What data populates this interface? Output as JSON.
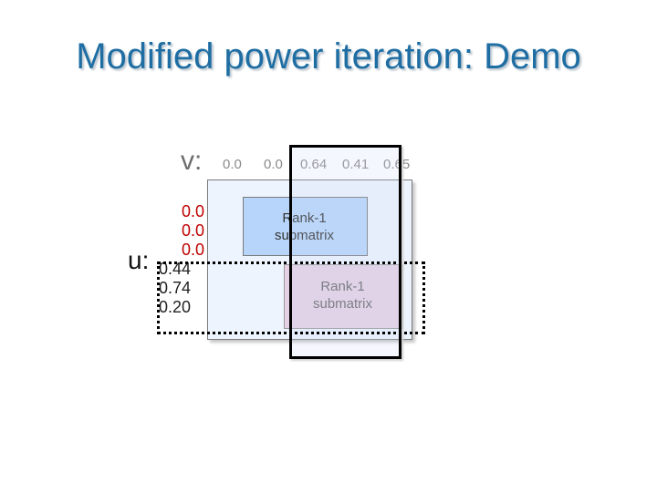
{
  "title": "Modified power iteration: Demo",
  "v_label": "v:",
  "v_values": [
    "0.0",
    "0.0",
    "0.64",
    "0.41",
    "0.65"
  ],
  "u_label": "u:",
  "u_values": [
    "0.0",
    "0.0",
    "0.0",
    "0.44",
    "0.74",
    "0.20"
  ],
  "submatrix_1": {
    "line1": "Rank-1",
    "line2": "submatrix"
  },
  "submatrix_2": {
    "line1": "Rank-1",
    "line2": "submatrix"
  },
  "colors": {
    "title": "#1f6ea3",
    "zero_values": "#c00000",
    "matrix_bg": "#eef4fd",
    "submatrix_1_bg": "#b7d5fa",
    "submatrix_2_bg": "#e6d1e4"
  }
}
